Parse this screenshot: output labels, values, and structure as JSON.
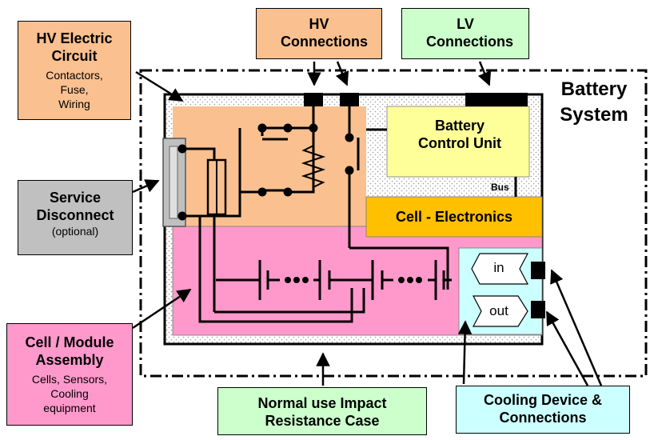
{
  "callouts": {
    "hv_circuit": {
      "title": "HV Electric Circuit",
      "lines": [
        "Contactors,",
        "Fuse,",
        "Wiring"
      ],
      "color": "#FAC090"
    },
    "hv_connections": {
      "title": "HV Connections",
      "color": "#FAC090"
    },
    "lv_connections": {
      "title": "LV Connections",
      "color": "#CCFFCC"
    },
    "service_disconnect": {
      "title": "Service Disconnect",
      "subtitle": "(optional)",
      "color": "#C0C0C0"
    },
    "cell_module": {
      "title": "Cell / Module Assembly",
      "lines": [
        "Cells, Sensors,",
        "Cooling",
        "equipment"
      ],
      "color": "#FF99CC"
    },
    "normal_use": {
      "title": "Normal use Impact Resistance Case",
      "color": "#CCFFCC"
    },
    "cooling": {
      "title": "Cooling Device & Connections",
      "color": "#CCFFFF"
    }
  },
  "battery_system_label": "Battery System",
  "bcu": {
    "label": "Battery Control Unit",
    "color": "#FFFF99"
  },
  "bus_label": "Bus",
  "cell_electronics": {
    "label": "Cell - Electronics",
    "color": "#FFC000"
  },
  "cooling_ports": {
    "in_label": "in",
    "out_label": "out"
  },
  "regions": {
    "hv_area_color": "#FAC090",
    "cell_area_color": "#FF99CC",
    "cooling_area_color": "#CCFFFF"
  }
}
